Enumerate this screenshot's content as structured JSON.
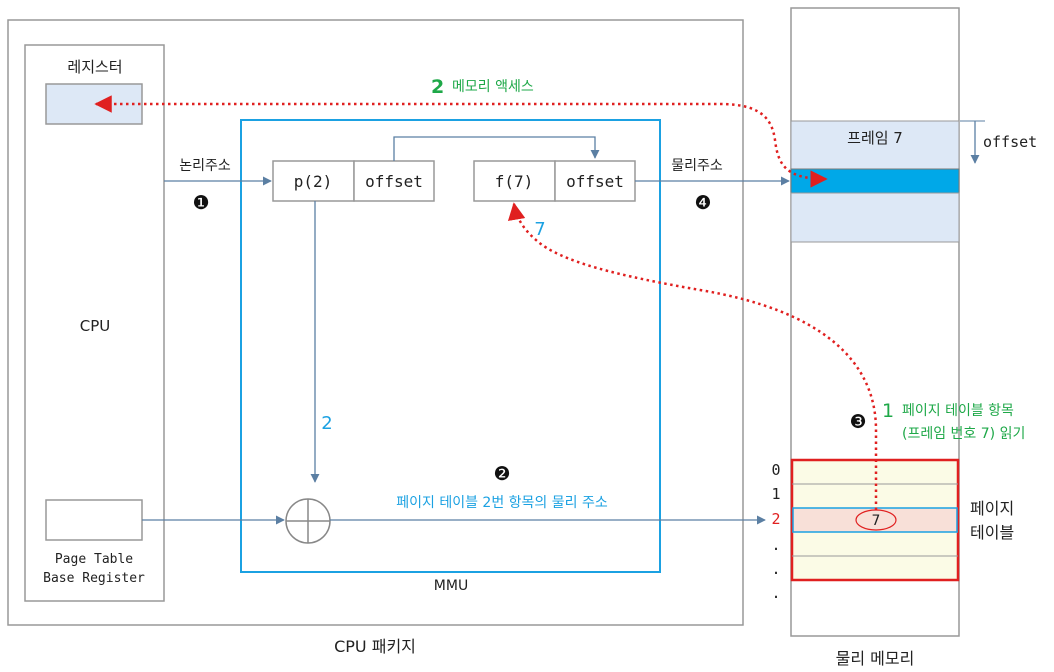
{
  "labels": {
    "cpu_package": "CPU 패키지",
    "cpu": "CPU",
    "register": "레지스터",
    "ptbr_line1": "Page Table",
    "ptbr_line2": "Base Register",
    "mmu": "MMU",
    "physical_memory": "물리 메모리",
    "logical_address": "논리주소",
    "physical_address": "물리주소",
    "page_field": "p(2)",
    "offset_field_in": "offset",
    "frame_field": "f(7)",
    "offset_field_out": "offset",
    "frame7": "프레임 7",
    "offset_side": "offset",
    "page_table_line1": "페이지",
    "page_table_line2": "테이블",
    "pt_entry_value": "7",
    "index_0": "0",
    "index_1": "1",
    "index_2": "2",
    "dot_1": ".",
    "dot_2": ".",
    "dot_3": ".",
    "value_2_label": "2",
    "value_7_label": "7",
    "entry_address_text": "페이지 테이블 2번 항목의 물리 주소",
    "step2_number": "2",
    "step2_text": "메모리 액세스",
    "step1_number": "1",
    "step1_text_line1": "페이지 테이블 항목",
    "step1_text_line2": "(프레임 번호 7) 읽기",
    "marker_1": "❶",
    "marker_2": "❷",
    "marker_3": "❸",
    "marker_4": "❹"
  },
  "colors": {
    "blue_line": "#5b7fa3",
    "cyan": "#1ba1e2",
    "green": "#1ea848",
    "red": "#e02020",
    "light_blue_fill": "#dde8f6",
    "highlight_cyan": "#00a8e8",
    "page_table_fill": "#fbfbe6",
    "entry_fill": "#f8e0d8"
  }
}
